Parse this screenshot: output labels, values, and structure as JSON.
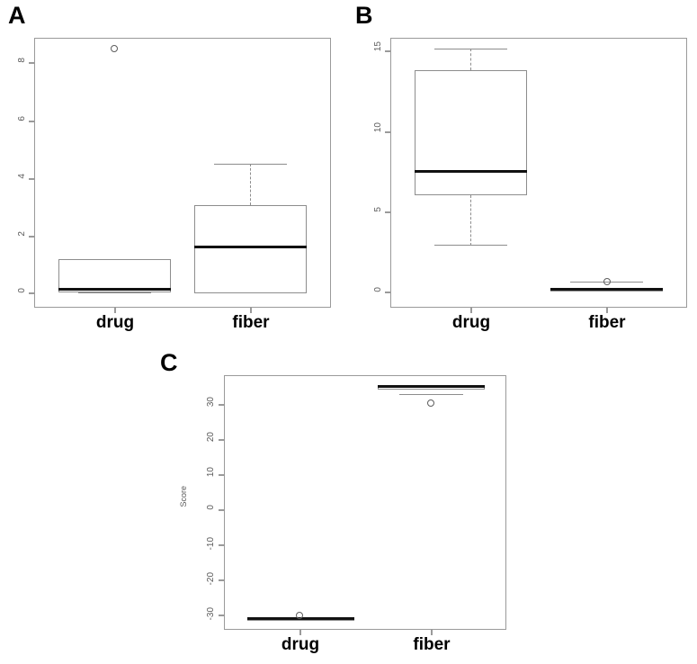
{
  "figure": {
    "panels": [
      {
        "letter": "A",
        "xlabels": [
          "drug",
          "fiber"
        ],
        "yticks": [
          "0",
          "2",
          "4",
          "6",
          "8"
        ],
        "ylabel": ""
      },
      {
        "letter": "B",
        "xlabels": [
          "drug",
          "fiber"
        ],
        "yticks": [
          "0",
          "5",
          "10",
          "15"
        ],
        "ylabel": ""
      },
      {
        "letter": "C",
        "xlabels": [
          "drug",
          "fiber"
        ],
        "yticks": [
          "-30",
          "-20",
          "-10",
          "0",
          "10",
          "20",
          "30"
        ],
        "ylabel": "Score"
      }
    ],
    "colors": {
      "frame": "#9a9a9a",
      "box": "#8d8d8d",
      "median": "#111111",
      "outlier": "#5d5d5d",
      "background": "#ffffff"
    }
  },
  "chart_data": [
    {
      "type": "box",
      "panel": "A",
      "title": "A",
      "xlabel": "",
      "ylabel": "",
      "categories": [
        "drug",
        "fiber"
      ],
      "ylim": [
        -0.35,
        8.9
      ],
      "yticks": [
        0,
        2,
        4,
        6,
        8
      ],
      "grid": false,
      "legend": "none",
      "boxes": [
        {
          "category": "drug",
          "whisker_low": 0.05,
          "q1": 0.05,
          "median": 0.15,
          "q3": 1.2,
          "whisker_high": 1.2,
          "outliers": []
        },
        {
          "category": "fiber",
          "whisker_low": 0.0,
          "q1": 0.0,
          "median": 1.6,
          "q3": 3.05,
          "whisker_high": 4.5,
          "outliers": []
        }
      ],
      "panel_outliers": [
        {
          "category": "drug",
          "value": 8.5
        }
      ]
    },
    {
      "type": "box",
      "panel": "B",
      "title": "B",
      "xlabel": "",
      "ylabel": "",
      "categories": [
        "drug",
        "fiber"
      ],
      "ylim": [
        -0.75,
        16.2
      ],
      "yticks": [
        0,
        5,
        10,
        15
      ],
      "grid": false,
      "legend": "none",
      "boxes": [
        {
          "category": "drug",
          "whisker_low": 3.1,
          "q1": 6.2,
          "median": 7.6,
          "q3": 13.7,
          "whisker_high": 15.1,
          "outliers": []
        },
        {
          "category": "fiber",
          "whisker_low": 0.1,
          "q1": 0.1,
          "median": 0.15,
          "q3": 0.2,
          "whisker_high": 0.5,
          "outliers": [
            0.5
          ]
        }
      ],
      "panel_outliers": []
    },
    {
      "type": "box",
      "panel": "C",
      "title": "C",
      "xlabel": "",
      "ylabel": "Score",
      "categories": [
        "drug",
        "fiber"
      ],
      "ylim": [
        -38.5,
        38.0
      ],
      "yticks": [
        -30,
        -20,
        -10,
        0,
        10,
        20,
        30
      ],
      "grid": false,
      "legend": "none",
      "boxes": [
        {
          "category": "drug",
          "whisker_low": -34.2,
          "q1": -34.2,
          "median": -34.0,
          "q3": -33.8,
          "whisker_high": -34.0,
          "outliers": [
            -33.2
          ]
        },
        {
          "category": "fiber",
          "whisker_low": 32.0,
          "q1": 33.2,
          "median": 33.5,
          "q3": 33.8,
          "whisker_high": 33.8,
          "outliers": [
            30.0
          ]
        }
      ],
      "panel_outliers": []
    }
  ]
}
